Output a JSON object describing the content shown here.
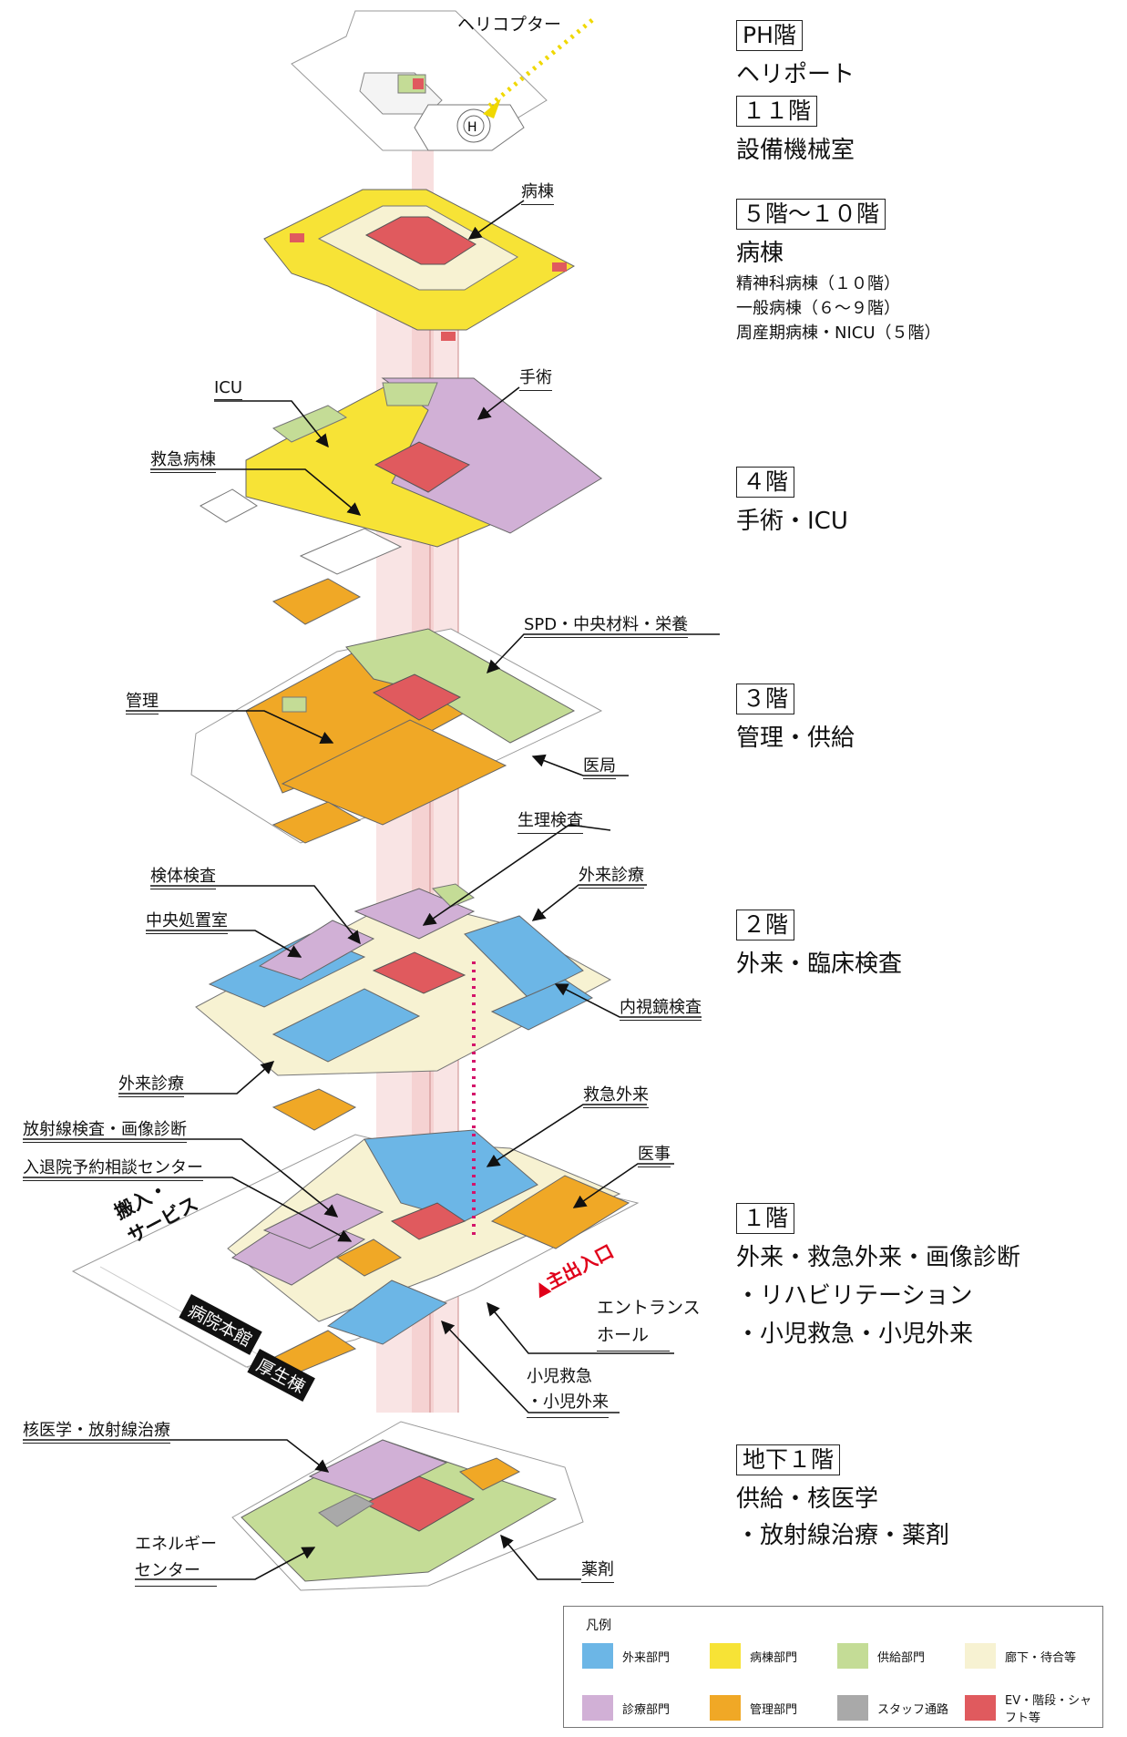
{
  "floors": [
    {
      "tag": "PH階",
      "func": "ヘリポート"
    },
    {
      "tag": "１１階",
      "func": "設備機械室"
    },
    {
      "tag": "５階～１０階",
      "func": "病棟",
      "sub": [
        "精神科病棟（１０階）",
        "一般病棟（６～９階）",
        "周産期病棟・NICU（５階）"
      ]
    },
    {
      "tag": "４階",
      "func": "手術・ICU"
    },
    {
      "tag": "３階",
      "func": "管理・供給"
    },
    {
      "tag": "２階",
      "func": "外来・臨床検査"
    },
    {
      "tag": "１階",
      "func_lines": [
        "外来・救急外来・画像診断",
        "・リハビリテーション",
        "・小児救急・小児外来"
      ]
    },
    {
      "tag": "地下１階",
      "func_lines": [
        "供給・核医学",
        "・放射線治療・薬剤"
      ]
    }
  ],
  "labels": {
    "helicopter": "ヘリコプター",
    "ward": "病棟",
    "icu": "ICU",
    "surgery": "手術",
    "emergency_ward": "救急病棟",
    "spd": "SPD・中央材料・栄養",
    "admin": "管理",
    "medical_office": "医局",
    "physiology": "生理検査",
    "specimen": "検体検査",
    "outpatient_2f_right": "外来診療",
    "central_treatment": "中央処置室",
    "endoscopy": "内視鏡検査",
    "outpatient_2f_left": "外来診療",
    "emergency_outpatient": "救急外来",
    "radiology": "放射線検査・画像診断",
    "admission_center": "入退院予約相談センター",
    "medical_affairs": "医事",
    "delivery_service": [
      "搬入・",
      "サービス"
    ],
    "main_entrance": "主出入口",
    "entrance_hall": [
      "エントランス",
      "ホール"
    ],
    "main_building": "病院本館",
    "welfare_building": "厚生棟",
    "pediatric": [
      "小児救急",
      "・小児外来"
    ],
    "nuclear_medicine": "核医学・放射線治療",
    "energy_center": [
      "エネルギー",
      "センター"
    ],
    "pharmacy": "薬剤"
  },
  "legend": {
    "title": "凡例",
    "items": [
      {
        "label": "外来部門",
        "color": "#6cb6e6"
      },
      {
        "label": "病棟部門",
        "color": "#f7e336"
      },
      {
        "label": "供給部門",
        "color": "#c4dc96"
      },
      {
        "label": "廊下・待合等",
        "color": "#f7f2d2"
      },
      {
        "label": "診療部門",
        "color": "#d1b0d6"
      },
      {
        "label": "管理部門",
        "color": "#f0a826"
      },
      {
        "label": "スタッフ通路",
        "color": "#a9a9a9"
      },
      {
        "label": "EV・階段・シャフト等",
        "color": "#e05a5e"
      }
    ]
  },
  "colors": {
    "outpatient": "#6cb6e6",
    "ward": "#f7e336",
    "supply": "#c4dc96",
    "corridor": "#f7f2d2",
    "clinical": "#d1b0d6",
    "admin": "#f0a826",
    "staff": "#a9a9a9",
    "ev": "#e05a5e",
    "shaft": "#f2c4c4",
    "route": "#d4146a",
    "heli_path": "#f0d800"
  }
}
